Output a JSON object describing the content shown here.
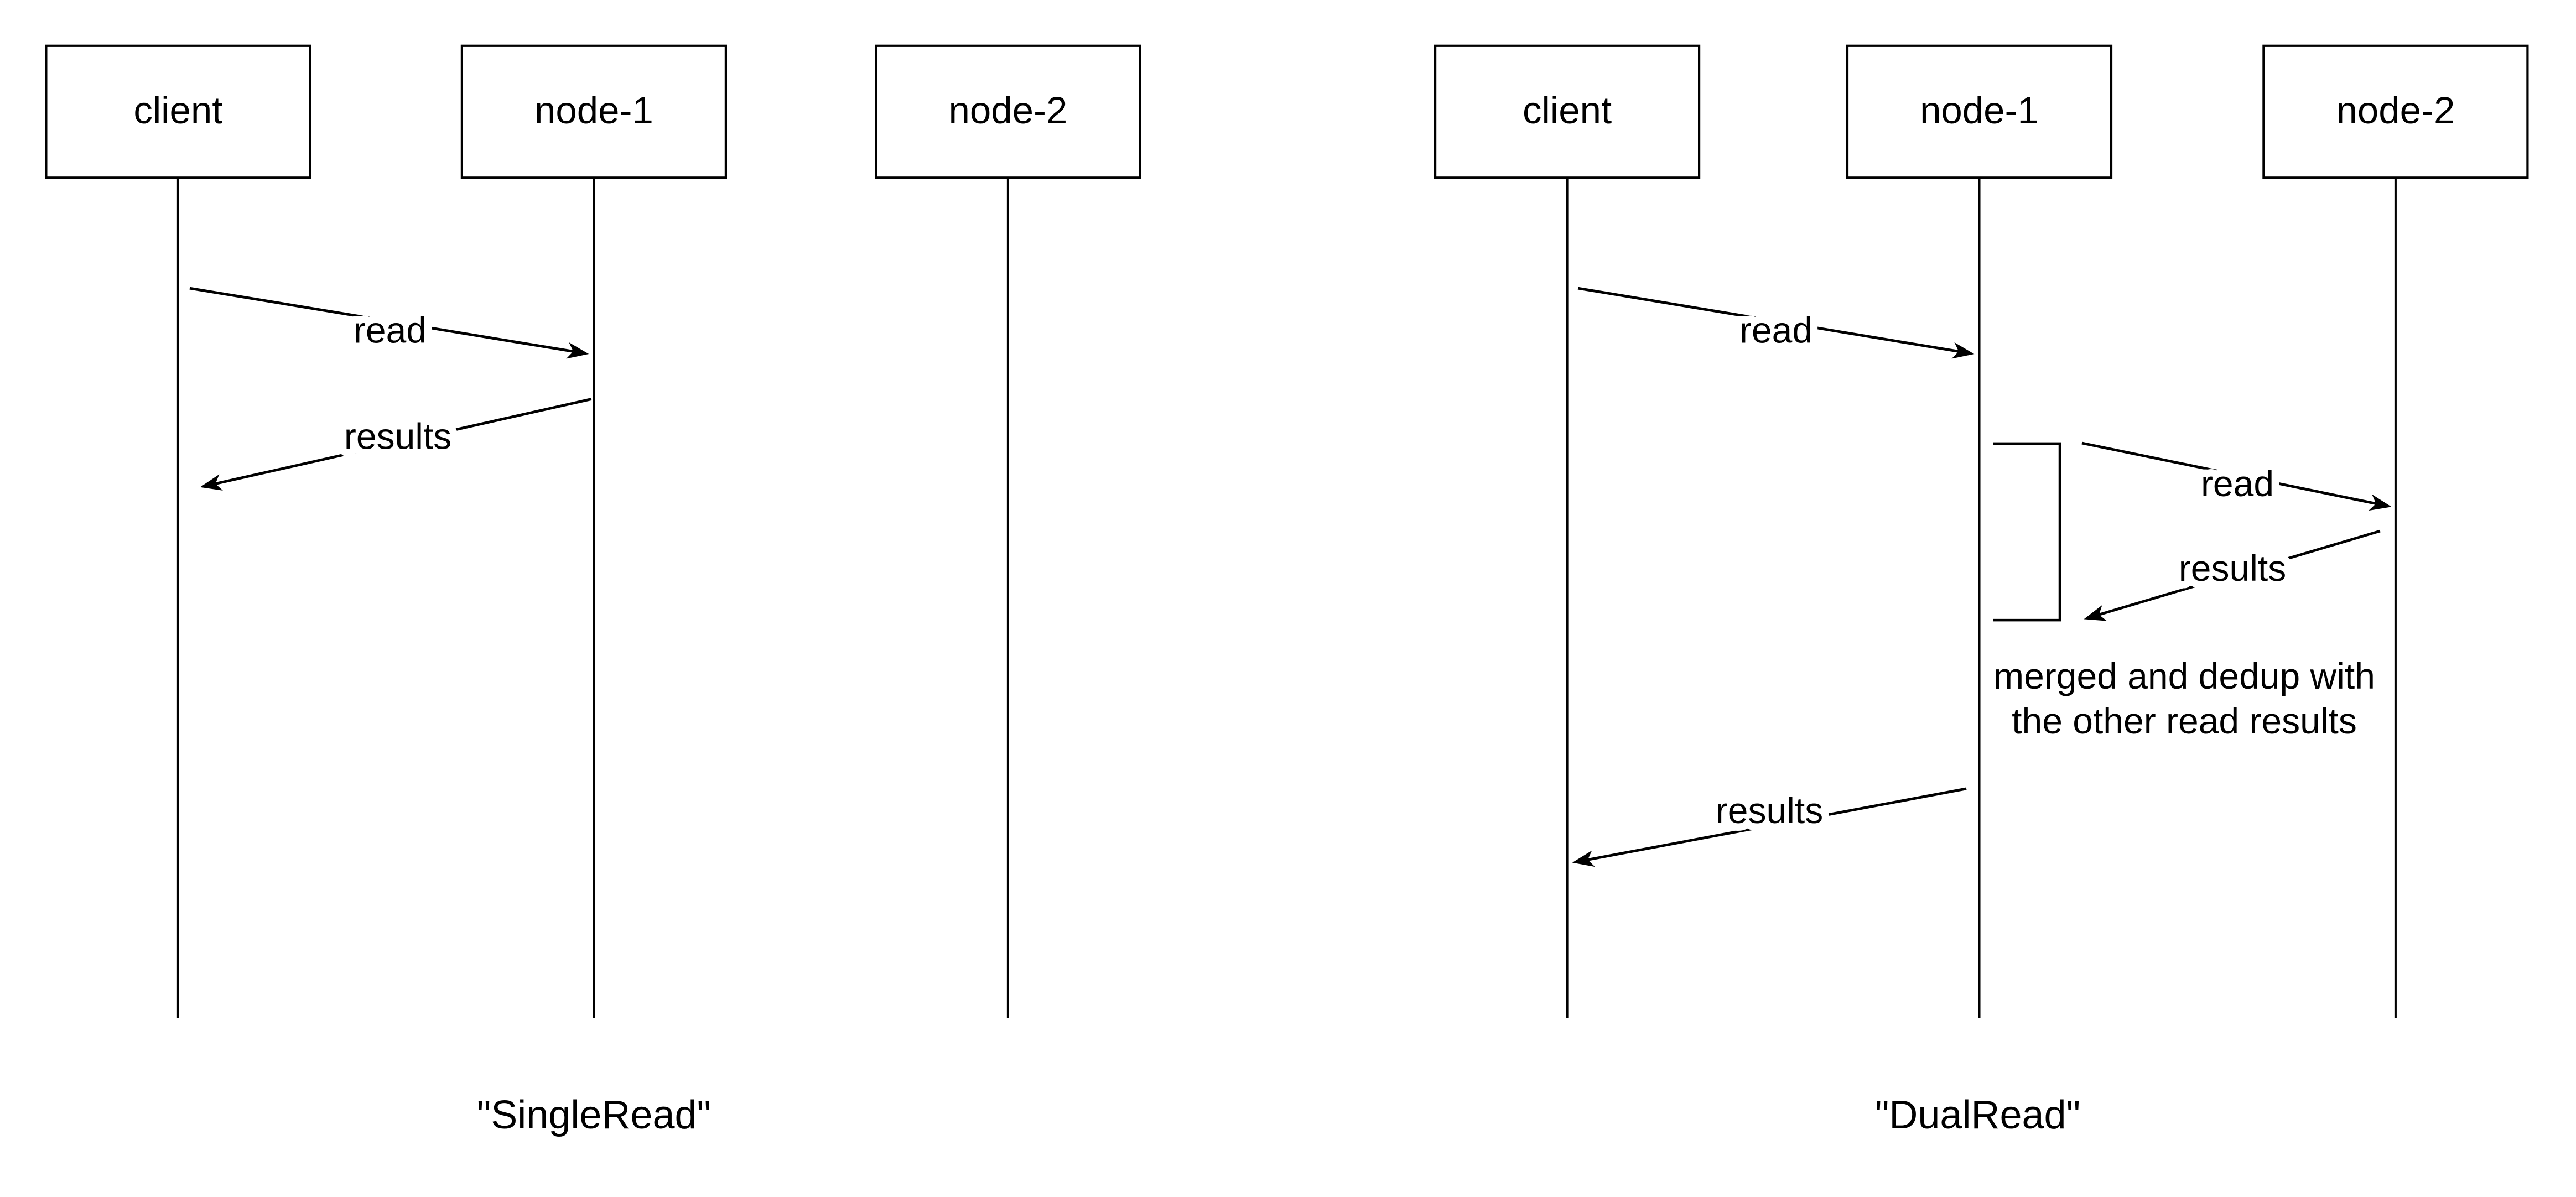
{
  "colors": {
    "background": "#ffffff",
    "stroke": "#000000",
    "text": "#000000"
  },
  "diagrams": [
    {
      "caption": "\"SingleRead\"",
      "actors": [
        {
          "name": "client"
        },
        {
          "name": "node-1"
        },
        {
          "name": "node-2"
        }
      ],
      "messages": [
        {
          "label": "read",
          "from": "client",
          "to": "node-1"
        },
        {
          "label": "results",
          "from": "node-1",
          "to": "client"
        }
      ]
    },
    {
      "caption": "\"DualRead\"",
      "actors": [
        {
          "name": "client"
        },
        {
          "name": "node-1"
        },
        {
          "name": "node-2"
        }
      ],
      "messages": [
        {
          "label": "read",
          "from": "client",
          "to": "node-1"
        },
        {
          "label": "read",
          "from": "node-1",
          "to": "node-2"
        },
        {
          "label": "results",
          "from": "node-2",
          "to": "node-1"
        },
        {
          "label": "results",
          "from": "node-1",
          "to": "client"
        }
      ],
      "activation": {
        "on": "node-1"
      },
      "note": "merged and dedup with the other read results",
      "note_lines": [
        "merged and dedup with",
        "the other read results"
      ]
    }
  ]
}
